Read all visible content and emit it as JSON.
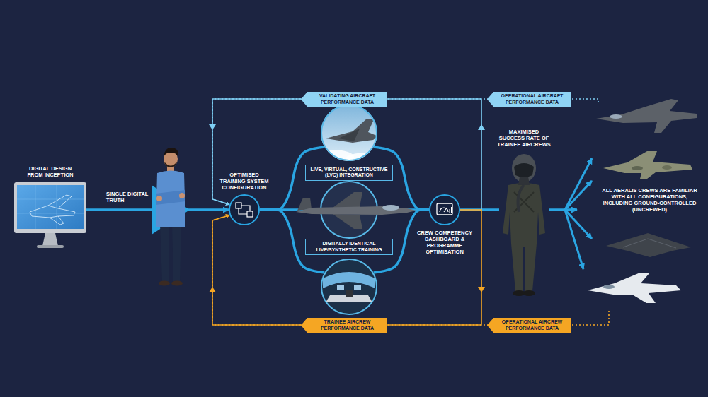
{
  "diagram": {
    "nodes": [
      {
        "text": [
          "DIGITAL DESIGN FROM INCEPTION"
        ]
      },
      {
        "text": [
          "OPTIMISED TRAINING SYSTEM CONFIGURATION"
        ]
      },
      {
        "text": [
          "LIVE, VIRTUAL, CONSTRUCTIVE (LVC) INTEGRATION"
        ]
      },
      {
        "text": [
          "DIGITALLY IDENTICAL LIVE/SYNTHETIC TRAINING"
        ]
      },
      {
        "text": [
          "CREW COMPETENCY DASHBOARD & PROGRAMME OPTIMISATION"
        ]
      },
      {
        "text": [
          "MAXIMISED SUCCESS RATE OF TRAINEE AIRCREWS"
        ]
      },
      {
        "text": [
          "ALL AERALIS CREWS ARE FAMILIAR WITH ALL CONFIGURATIONS, INCLUDING GROUND-CONTROLLED (UNCREWED)"
        ]
      }
    ],
    "edges": [
      {
        "from": 0,
        "to": 1,
        "label": "SINGLE DIGITAL TRUTH",
        "arrow": "to"
      },
      {
        "from": 1,
        "to": 2,
        "arrow": "none"
      },
      {
        "from": 1,
        "to": 3,
        "arrow": "none"
      },
      {
        "from": 2,
        "to": 4,
        "arrow": "none"
      },
      {
        "from": 3,
        "to": 4,
        "arrow": "none"
      },
      {
        "from": 4,
        "to": 5,
        "arrow": "none"
      },
      {
        "from": 5,
        "to": 6,
        "arrow": "to"
      },
      {
        "from": 4,
        "to": 1,
        "label": "VALIDATING AIRCRAFT PERFORMANCE DATA",
        "arrow": "to"
      },
      {
        "from": 6,
        "to": 1,
        "label": "OPERATIONAL AIRCRAFT PERFORMANCE DATA",
        "arrow": "to"
      },
      {
        "from": 4,
        "to": 1,
        "label": "TRAINEE AIRCREW PERFORMANCE DATA",
        "arrow": "to"
      },
      {
        "from": 6,
        "to": 1,
        "label": "OPERATIONAL AIRCREW PERFORMANCE DATA",
        "arrow": "to"
      }
    ]
  }
}
